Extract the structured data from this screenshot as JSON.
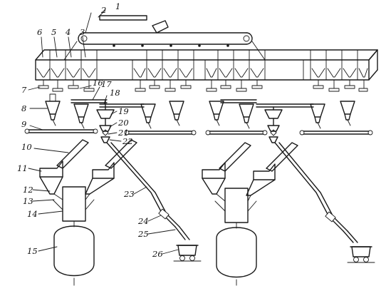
{
  "diagram": {
    "labels": [
      "1",
      "2",
      "3",
      "4",
      "5",
      "6",
      "7",
      "8",
      "9",
      "10",
      "11",
      "12",
      "13",
      "14",
      "15",
      "16",
      "17",
      "18",
      "19",
      "20",
      "21",
      "22",
      "23",
      "24",
      "25",
      "26"
    ],
    "colors": {
      "ink": "#1a1a1a",
      "background": "#ffffff"
    }
  }
}
